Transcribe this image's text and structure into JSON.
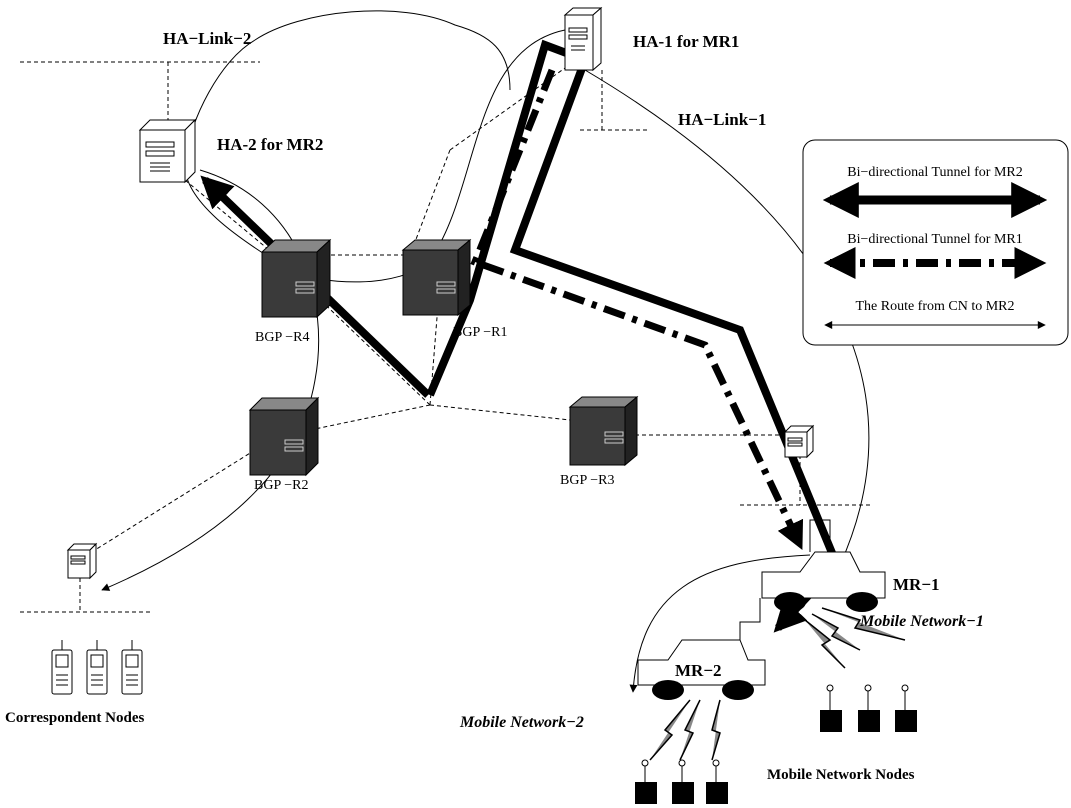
{
  "home_agents": {
    "ha1_label": "HA-1 for MR1",
    "ha2_label": "HA-2 for MR2",
    "ha_link_1": "HA−Link−1",
    "ha_link_2": "HA−Link−2"
  },
  "bgp_routers": {
    "r1": "BGP −R1",
    "r2": "BGP −R2",
    "r3": "BGP −R3",
    "r4": "BGP −R4"
  },
  "mobile_routers": {
    "mr1": "MR−1",
    "mr2": "MR−2",
    "network_1": "Mobile Network−1",
    "network_2": "Mobile Network−2",
    "network_nodes": "Mobile Network Nodes"
  },
  "correspondent": {
    "label": "Correspondent Nodes"
  },
  "legend": {
    "tunnel_mr2": "Bi−directional Tunnel for MR2",
    "tunnel_mr1": "Bi−directional Tunnel for MR1",
    "route_cn_mr2": "The Route from CN to MR2"
  },
  "colors": {
    "router_fill": "#3a3a3a",
    "server_fill": "#ffffff",
    "stroke": "#000000"
  }
}
